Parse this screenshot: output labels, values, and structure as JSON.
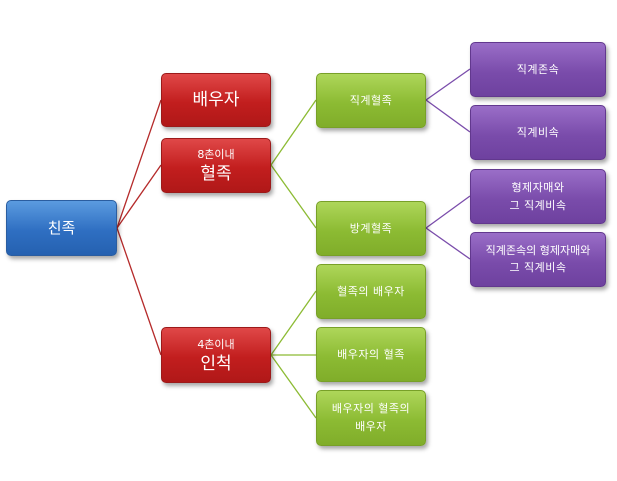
{
  "root": {
    "label": "친족"
  },
  "level1": {
    "spouse": {
      "label": "배우자"
    },
    "blood": {
      "sub": "8촌이내",
      "label": "혈족"
    },
    "inlaw": {
      "sub": "4촌이내",
      "label": "인척"
    }
  },
  "level2": {
    "lineal_blood": {
      "label": "직계혈족"
    },
    "collateral_blood": {
      "label": "방계혈족"
    },
    "blood_spouse": {
      "label": "혈족의 배우자"
    },
    "spouse_blood": {
      "label": "배우자의 혈족"
    },
    "spouse_blood_spouse": {
      "line1": "배우자의 혈족의",
      "line2": "배우자"
    }
  },
  "level3": {
    "lineal_ascendant": {
      "label": "직계존속"
    },
    "lineal_descendant": {
      "label": "직계비속"
    },
    "siblings": {
      "line1": "형제자매와",
      "line2": "그 직계비속"
    },
    "ascendant_siblings": {
      "line1": "직계존속의 형제자매와",
      "line2": "그 직계비속"
    }
  },
  "colors": {
    "root": "#2f6fc2",
    "level1": "#c21e1e",
    "level2": "#8cbb33",
    "level3": "#7a4cab",
    "root_connector": "#b52a2a",
    "level1_connector": "#8cbb33",
    "level2_connector": "#7a4cab"
  }
}
